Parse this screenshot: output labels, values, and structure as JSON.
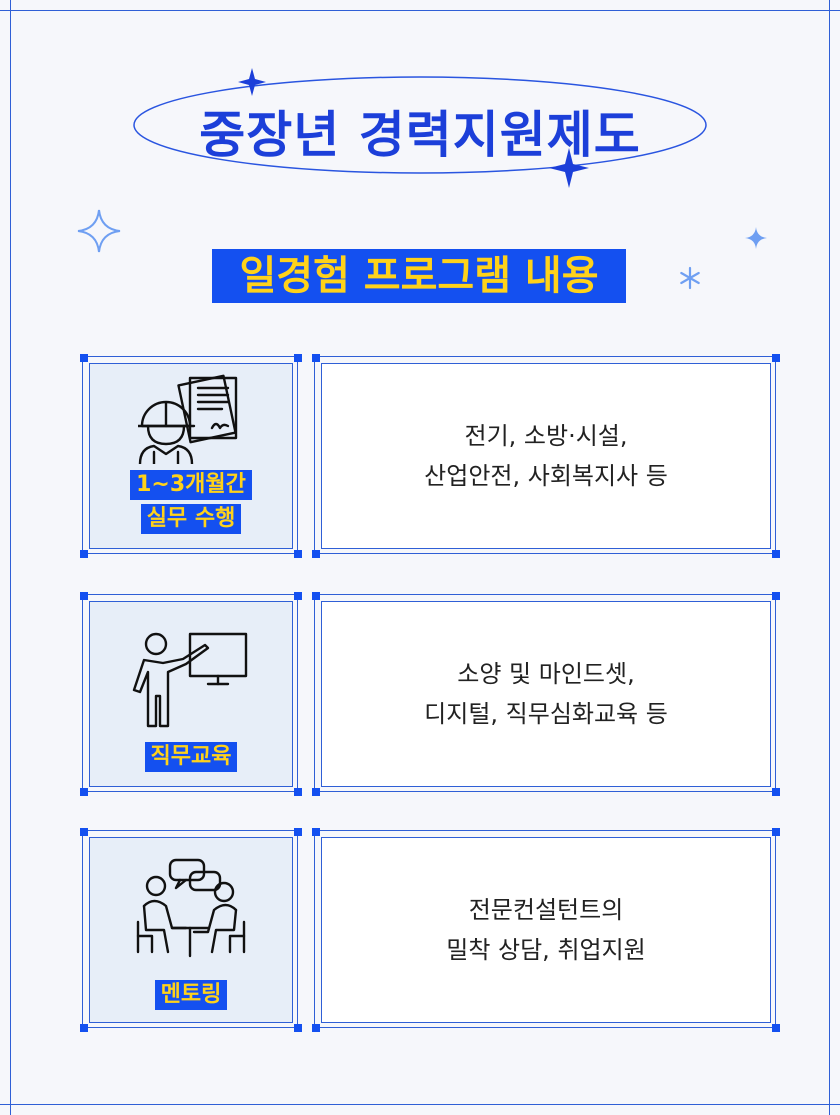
{
  "title": "중장년 경력지원제도",
  "subtitle": "일경험 프로그램 내용",
  "colors": {
    "accent": "#1450f0",
    "label_text": "#ffd21a",
    "title": "#1c3fd9",
    "panel": "#e7eef8"
  },
  "rows": [
    {
      "icon": "worker-with-documents-icon",
      "label_lines": [
        "1~3개월간",
        "실무 수행"
      ],
      "desc_lines": [
        "전기, 소방·시설,",
        "산업안전, 사회복지사 등"
      ]
    },
    {
      "icon": "presenter-at-board-icon",
      "label_lines": [
        "직무교육"
      ],
      "desc_lines": [
        "소양 및 마인드셋,",
        "디지털, 직무심화교육 등"
      ]
    },
    {
      "icon": "mentoring-conversation-icon",
      "label_lines": [
        "멘토링"
      ],
      "desc_lines": [
        "전문컨설턴트의",
        "밀착 상담, 취업지원"
      ]
    }
  ]
}
